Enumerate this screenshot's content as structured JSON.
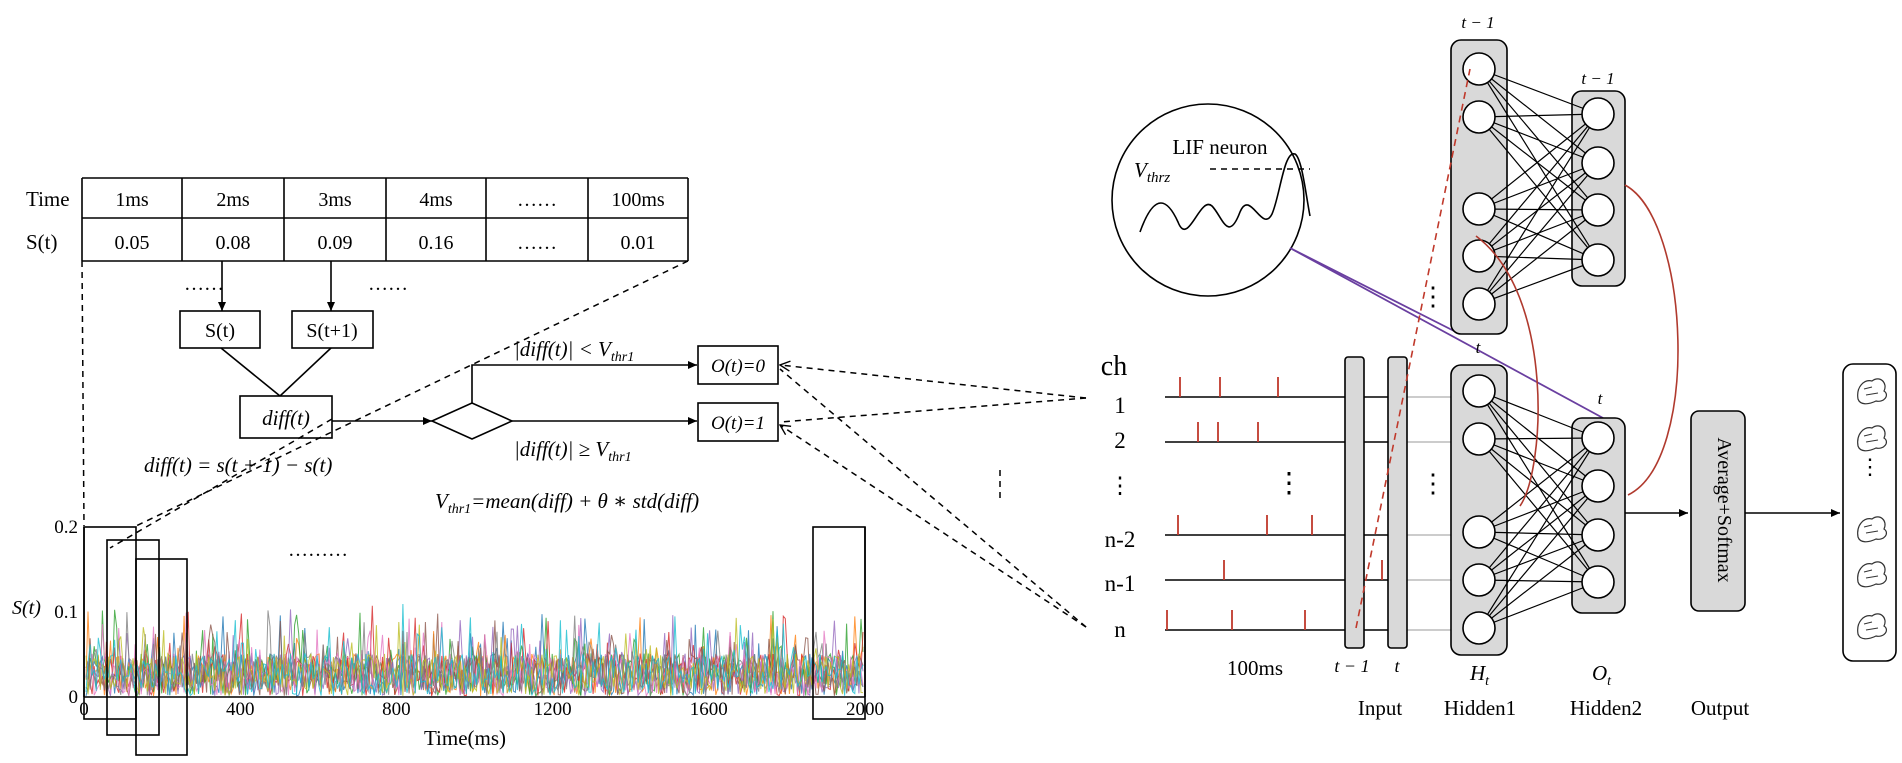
{
  "encoding_table": {
    "row_labels": [
      "Time",
      "S(t)"
    ],
    "time": [
      "1ms",
      "2ms",
      "3ms",
      "4ms",
      "……",
      "100ms"
    ],
    "values": [
      "0.05",
      "0.08",
      "0.09",
      "0.16",
      "……",
      "0.01"
    ],
    "ellipsis": "……"
  },
  "flow": {
    "st_box": "S(t)",
    "st1_box": "S(t+1)",
    "diff_box": "diff(t)",
    "diff_formula": "diff(t) = s(t + 1) − s(t)",
    "cond_low": "|diff(t)| < V",
    "cond_high": "|diff(t)| ≥ V",
    "thr_sub": "thr1",
    "out0": "O(t)=0",
    "out1": "O(t)=1",
    "vthr_formula_lhs": "V",
    "vthr_formula_rhs": "=mean(diff) + θ ∗ std(diff)"
  },
  "chart": {
    "ylabel": "S(t)",
    "xlabel": "Time(ms)",
    "xticks": [
      "0",
      "400",
      "800",
      "1200",
      "1600",
      "2000"
    ],
    "yticks": [
      "0.2",
      "0.1",
      "0"
    ],
    "dots": "………"
  },
  "chart_data": {
    "type": "line",
    "xlabel": "Time(ms)",
    "ylabel": "S(t)",
    "xlim": [
      0,
      2000
    ],
    "ylim": [
      0,
      0.2
    ],
    "series_colors": [
      "#1f77b4",
      "#ff7f0e",
      "#2ca02c",
      "#d62728",
      "#9467bd",
      "#8c564b",
      "#e377c2",
      "#7f7f7f",
      "#bcbd22",
      "#17becf"
    ],
    "typical_peak": 0.12
  },
  "snn": {
    "lif_label": "LIF neuron",
    "vthr_label": "V",
    "vthr_sub": "thrz",
    "channels": [
      "ch",
      "1",
      "2",
      "⋮",
      "n-2",
      "n-1",
      "n"
    ],
    "duration": "100ms",
    "input_times": [
      "t − 1",
      "t"
    ],
    "hidden_t_labels": [
      "t − 1",
      "t − 1",
      "t",
      "t"
    ],
    "h_label": "H",
    "h_sub": "t",
    "o_label": "O",
    "o_sub": "t",
    "output_box": "Average+Softmax",
    "layer_names": [
      "Input",
      "Hidden1",
      "Hidden2",
      "Output"
    ],
    "vdots": "⋮",
    "spike_color": "#c0392b",
    "recurrent_color": "#b03a2e",
    "lif_link_color": "#6a3fa0"
  }
}
